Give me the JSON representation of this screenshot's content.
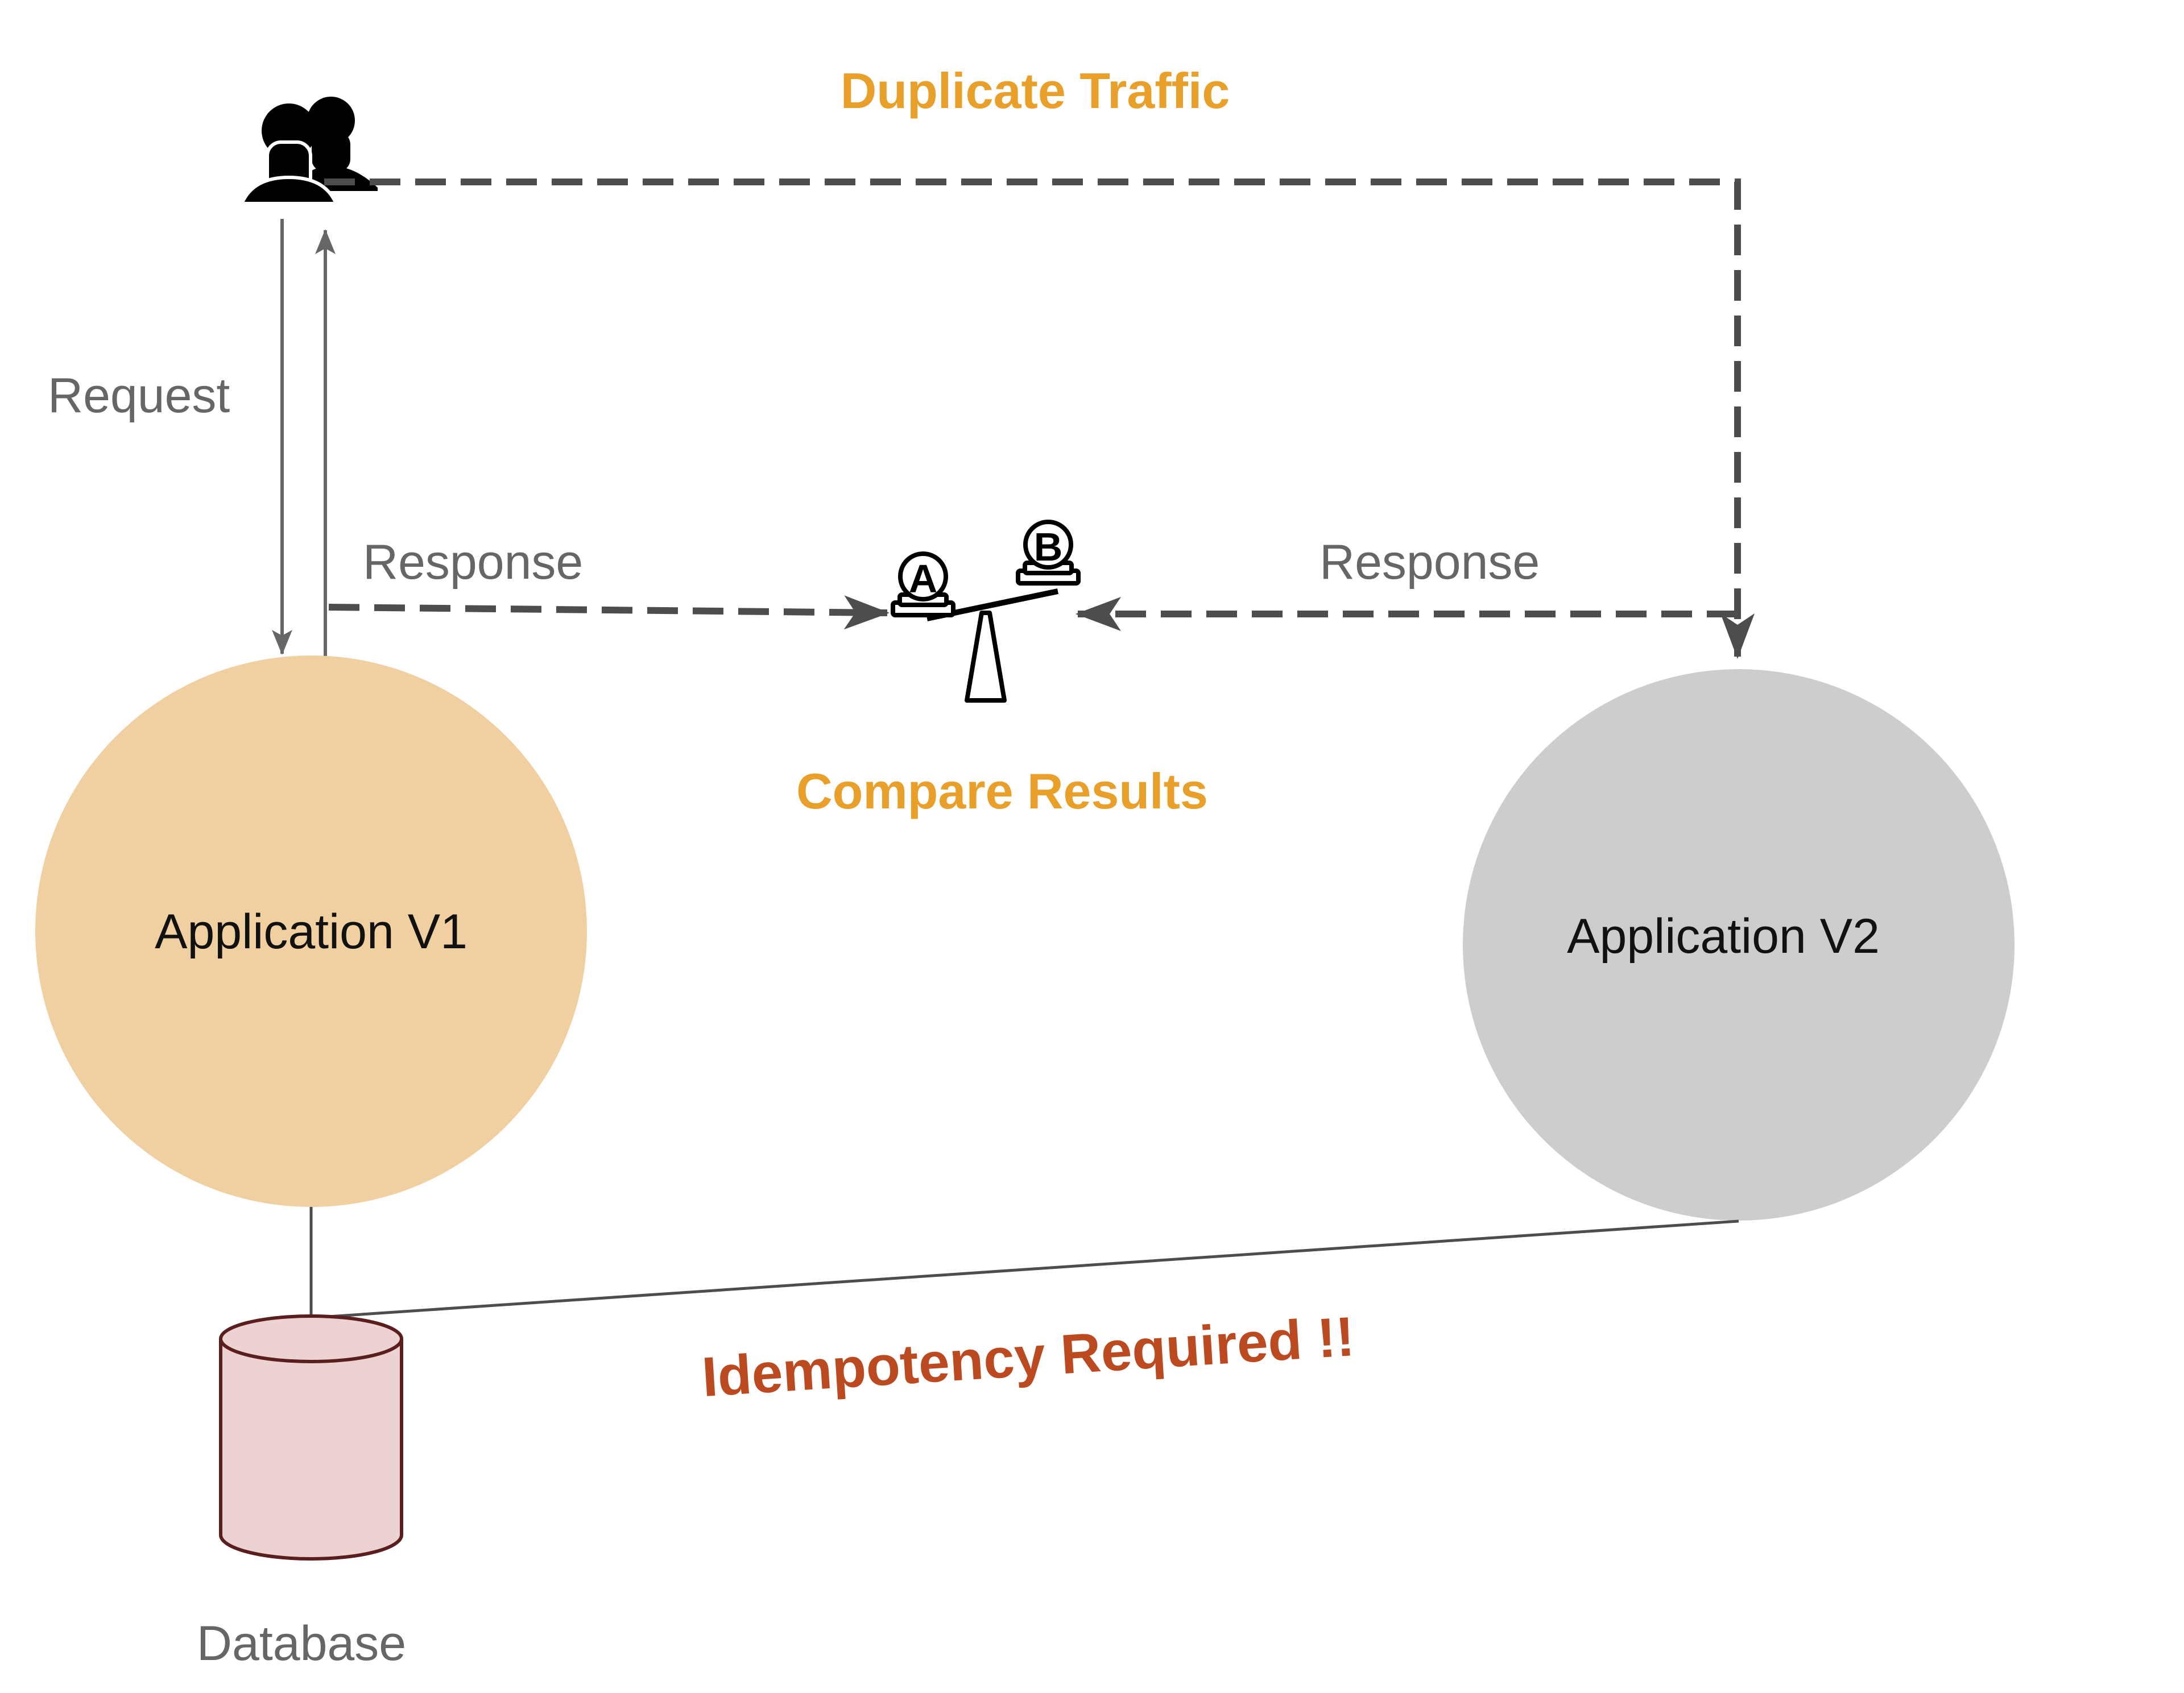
{
  "labels": {
    "duplicate_traffic": "Duplicate Traffic",
    "request": "Request",
    "response_left": "Response",
    "response_right": "Response",
    "compare_results": "Compare Results",
    "app_v1": "Application V1",
    "app_v2": "Application V2",
    "idempotency": "Idempotency Required !!",
    "database": "Database",
    "scale_a": "A",
    "scale_b": "B"
  },
  "colors": {
    "highlight_orange": "#E9A02B",
    "warning_red": "#BC4A20",
    "app_v1_fill": "#F0CFA0",
    "app_v2_fill": "#CDCDCD",
    "database_fill": "#EDD2D2",
    "database_stroke": "#5A1E1E",
    "connector": "#4D4D4D"
  },
  "icons": {
    "users": "users-icon",
    "compare": "balance-scale-icon",
    "database": "database-cylinder-icon"
  }
}
